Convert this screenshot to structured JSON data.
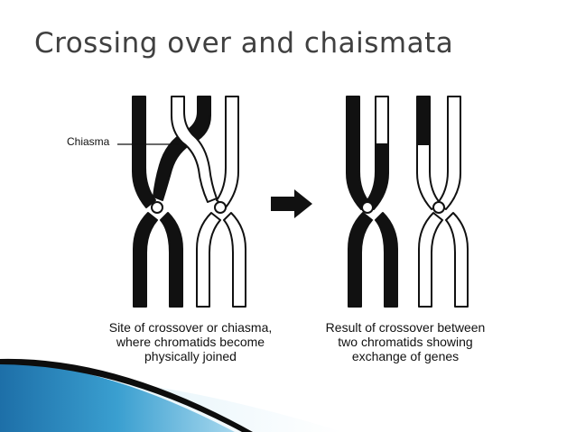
{
  "title": "Crossing over and chaismata",
  "labels": {
    "chiasma": "Chiasma"
  },
  "captions": {
    "left": [
      "Site of crossover or chiasma,",
      "where chromatids become",
      "physically joined"
    ],
    "right": [
      "Result of crossover between",
      "two chromatids showing",
      "exchange of genes"
    ]
  },
  "colors": {
    "title": "#404040",
    "chromatid_dark": "#111111",
    "chromatid_light": "#ffffff",
    "accent_blue": "#2a7fb8"
  },
  "icons": {
    "arrow": "arrow-right-icon"
  }
}
